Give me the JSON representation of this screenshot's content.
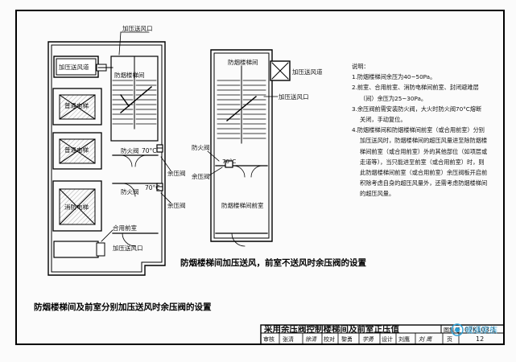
{
  "left_plan": {
    "top_callout": "加压送风口",
    "fan_label": "加压送风道",
    "stair_label": "防烟楼梯间",
    "elevator_1": "普通电梯",
    "elevator_2": "普通电梯",
    "fire_elevator": "消防电梯",
    "fire_valve_1": "防火阀",
    "fire_valve_2": "防火阀",
    "temp_1": "70°C",
    "temp_2": "70°C",
    "relief_1": "余压阀",
    "relief_2": "余压阀",
    "shared_vestibule": "合用前室",
    "bottom_callout": "加压送风口"
  },
  "right_plan": {
    "stair_label": "防烟楼梯间",
    "fan_label": "加压送风道",
    "callout": "加压送风口",
    "fire_valve": "防火阀",
    "temp": "70°C",
    "relief": "余压阀",
    "vestibule": "防烟楼梯间前室"
  },
  "notes": {
    "heading": "说明：",
    "items": [
      "1.防烟楼梯间余压为40~50Pa。",
      "2.前室、合用前室、消防电梯间前室、封闭避难层",
      "（间）余压为25~30Pa。",
      "3.余压阀前需安装防火阀，大火时防火阀70°C熔断",
      "关闭，手动复位。",
      "4.防烟楼梯间和防烟楼梯间前室（或合用前室）分别",
      "加压送风时，防烟楼梯间的超压风量进至除防烟楼",
      "梯间前室（或合用前室）外的其他部位（如项层或",
      "走道等），当只能进至前室（或合用前室）时，则",
      "此防烟楼梯间前室（或合用前室）余压阀板开启前",
      "积除考虑自身的超压风量外，还需考虑防烟楼梯间",
      "的超压风量。"
    ]
  },
  "captions": {
    "right": "防烟楼梯间加压送风，前室不送风时余压阀的设置",
    "left": "防烟楼梯间及前室分别加压送风时余压阀的设置"
  },
  "title_block": {
    "title": "采用余压阀控制楼梯间及前室正压值",
    "atlas_label": "图集号",
    "atlas_no": "07K103-1",
    "review_label": "审核",
    "reviewer": "张清",
    "reviewer_sig": "徐清",
    "check_label": "校对",
    "checker": "黎勇",
    "checker_sig": "学勇",
    "design_label": "设计",
    "designer": "刘鹰",
    "designer_sig": "刘 鹰",
    "page_label": "页",
    "page_no": "12"
  },
  "watermark": "暖通家族"
}
